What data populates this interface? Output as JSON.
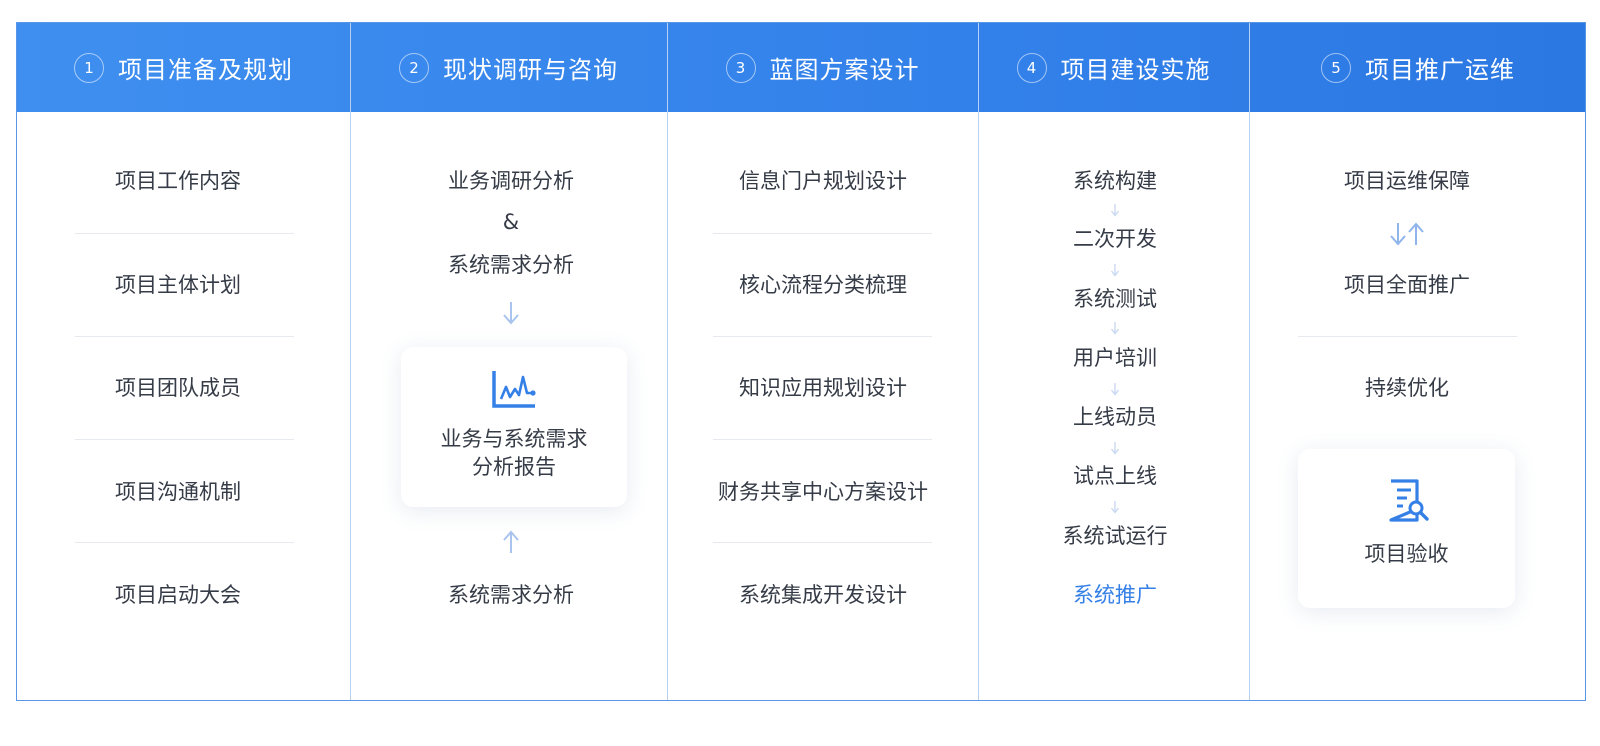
{
  "phases": [
    {
      "num": "1",
      "title": "项目准备及规划"
    },
    {
      "num": "2",
      "title": "现状调研与咨询"
    },
    {
      "num": "3",
      "title": "蓝图方案设计"
    },
    {
      "num": "4",
      "title": "项目建设实施"
    },
    {
      "num": "5",
      "title": "项目推广运维"
    }
  ],
  "col1": {
    "items": [
      "项目工作内容",
      "项目主体计划",
      "项目团队成员",
      "项目沟通机制",
      "项目启动大会"
    ]
  },
  "col2": {
    "top1": "业务调研分析",
    "amp": "&",
    "top2": "系统需求分析",
    "card": {
      "line1": "业务与系统需求",
      "line2": "分析报告",
      "icon": "line-chart-icon"
    },
    "bottom": "系统需求分析"
  },
  "col3": {
    "items": [
      "信息门户规划设计",
      "核心流程分类梳理",
      "知识应用规划设计",
      "财务共享中心方案设计",
      "系统集成开发设计"
    ]
  },
  "col4": {
    "steps": [
      "系统构建",
      "二次开发",
      "系统测试",
      "用户培训",
      "上线动员",
      "试点上线",
      "系统试运行",
      "系统推广"
    ]
  },
  "col5": {
    "top": "项目运维保障",
    "mid": "项目全面推广",
    "opt": "持续优化",
    "card": {
      "label": "项目验收",
      "icon": "document-search-icon"
    }
  },
  "colors": {
    "header": "#3483eb",
    "accent": "#3580e6",
    "border": "#5b96e6"
  }
}
